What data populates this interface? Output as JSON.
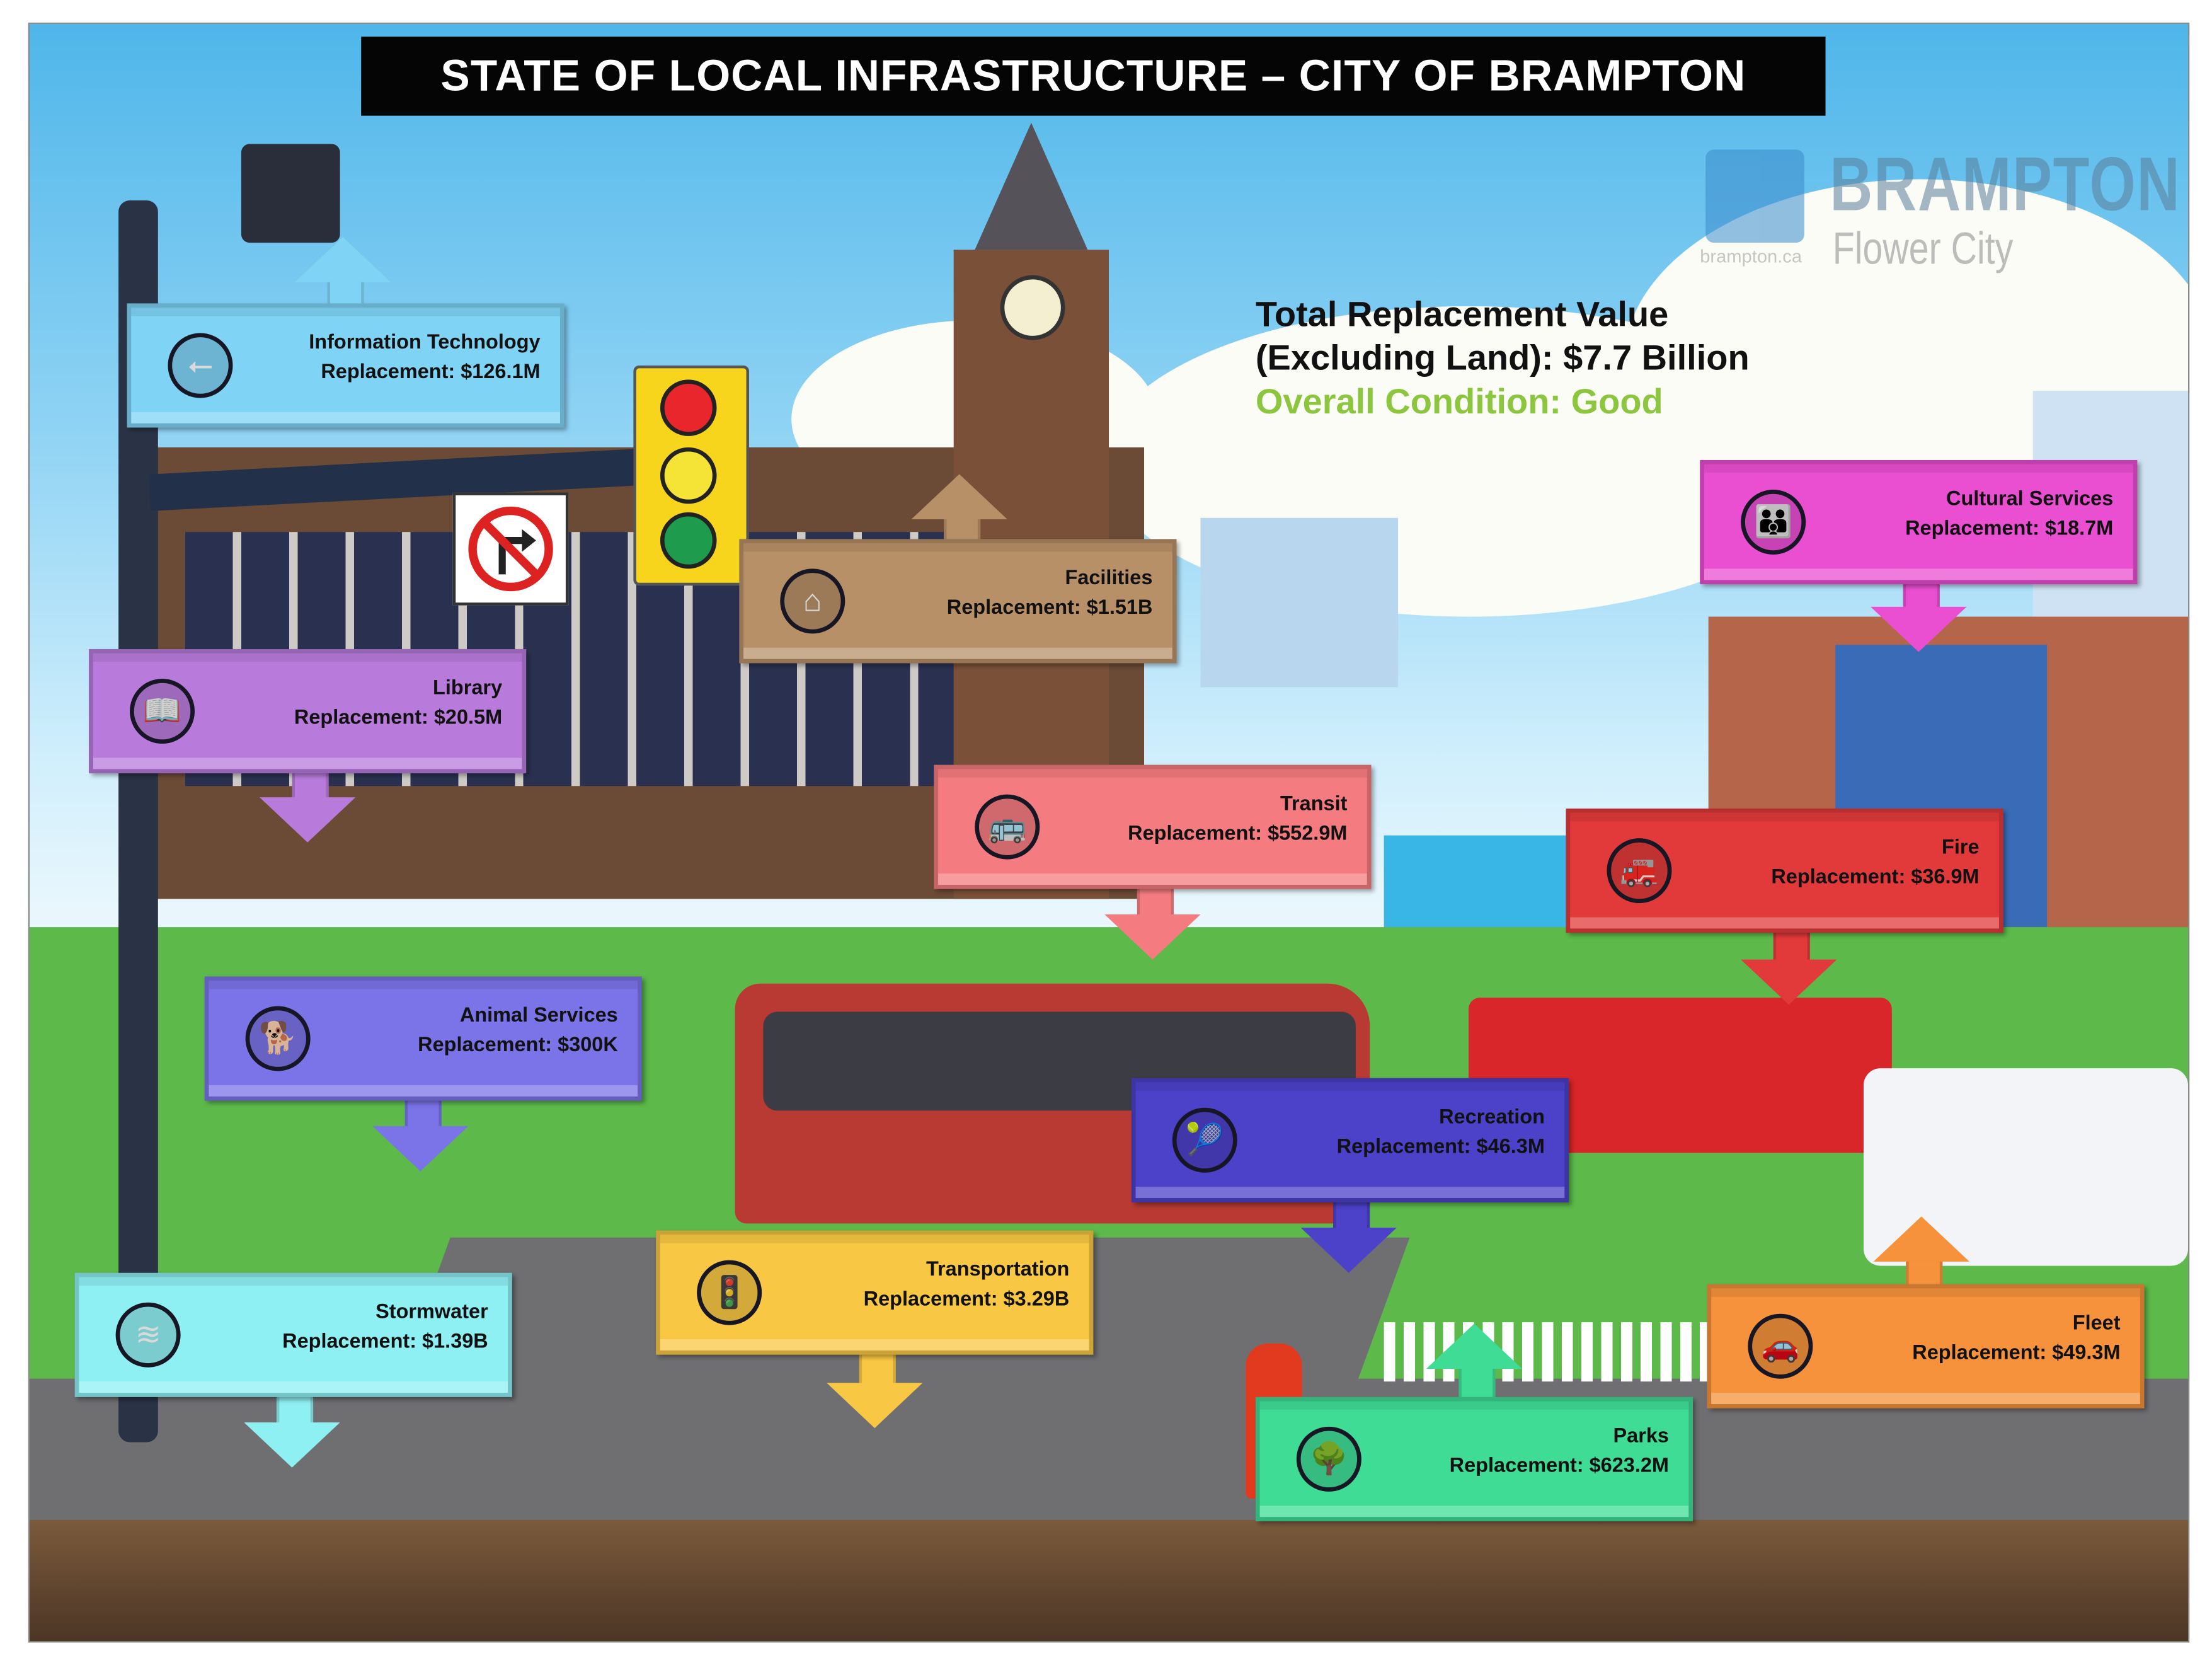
{
  "title": "STATE OF LOCAL INFRASTRUCTURE  – CITY OF BRAMPTON",
  "logo": {
    "name": "BRAMPTON",
    "tagline": "Flower City",
    "url": "brampton.ca"
  },
  "summary": {
    "line1": "Total Replacement Value",
    "line2": "(Excluding Land): $7.7 Billion",
    "condition": "Overall  Condition: Good",
    "condition_color": "#8cc63f"
  },
  "assets": [
    {
      "name": "Information Technology",
      "value": "Replacement: $126.1M",
      "icon": "usb-icon",
      "color": "#7fd4f6",
      "arrow": "up"
    },
    {
      "name": "Facilities",
      "value": "Replacement: $1.51B",
      "icon": "building-icon",
      "color": "#b89068",
      "arrow": "up"
    },
    {
      "name": "Library",
      "value": "Replacement: $20.5M",
      "icon": "book-icon",
      "color": "#b87bdc",
      "arrow": "down"
    },
    {
      "name": "Cultural Services",
      "value": "Replacement: $18.7M",
      "icon": "people-icon",
      "color": "#ea4fd2",
      "arrow": "down"
    },
    {
      "name": "Transit",
      "value": "Replacement: $552.9M",
      "icon": "bus-icon",
      "color": "#f47c80",
      "arrow": "down"
    },
    {
      "name": "Fire",
      "value": "Replacement: $36.9M",
      "icon": "fire-truck-icon",
      "color": "#e23a3b",
      "arrow": "down"
    },
    {
      "name": "Animal Services",
      "value": "Replacement: $300K",
      "icon": "dog-icon",
      "color": "#7b73e8",
      "arrow": "down"
    },
    {
      "name": "Recreation",
      "value": "Replacement: $46.3M",
      "icon": "racket-icon",
      "color": "#4c41c9",
      "arrow": "down"
    },
    {
      "name": "Stormwater",
      "value": "Replacement: $1.39B",
      "icon": "water-icon",
      "color": "#8ff0f3",
      "arrow": "down"
    },
    {
      "name": "Transportation",
      "value": "Replacement: $3.29B",
      "icon": "traffic-light-icon",
      "color": "#f8c743",
      "arrow": "down"
    },
    {
      "name": "Parks",
      "value": "Replacement: $623.2M",
      "icon": "tree-icon",
      "color": "#3fdc96",
      "arrow": "up"
    },
    {
      "name": "Fleet",
      "value": "Replacement: $49.3M",
      "icon": "car-icon",
      "color": "#f5923b",
      "arrow": "up"
    }
  ]
}
